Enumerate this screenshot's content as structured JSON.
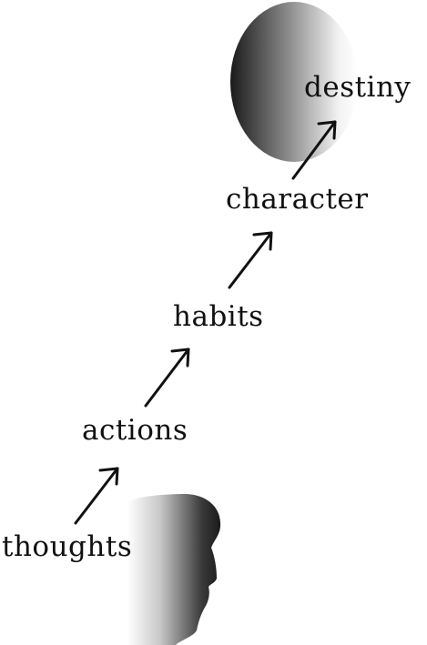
{
  "stages": [
    {
      "id": "thoughts",
      "label": "thoughts"
    },
    {
      "id": "actions",
      "label": "actions"
    },
    {
      "id": "habits",
      "label": "habits"
    },
    {
      "id": "character",
      "label": "character"
    },
    {
      "id": "destiny",
      "label": "destiny"
    }
  ],
  "icons": {
    "head": "head-silhouette-icon",
    "moon": "moon-icon",
    "arrow": "up-right-arrow-icon"
  },
  "colors": {
    "text": "#111111",
    "arrow": "#111111",
    "shade_dark": "#1a1a1a",
    "shade_light": "#ffffff"
  }
}
